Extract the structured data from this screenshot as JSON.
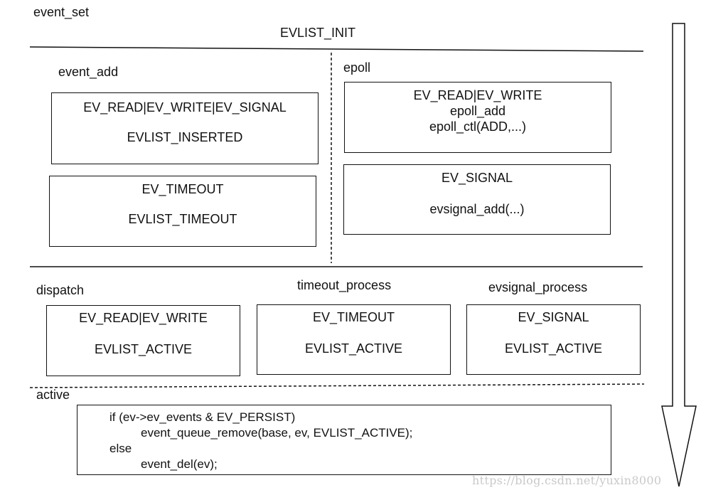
{
  "labels": {
    "event_set": "event_set",
    "evlist_init": "EVLIST_INIT",
    "event_add": "event_add",
    "epoll": "epoll",
    "dispatch": "dispatch",
    "timeout_process": "timeout_process",
    "evsignal_process": "evsignal_process",
    "active": "active"
  },
  "event_add_boxes": [
    {
      "lines": [
        "EV_READ|EV_WRITE|EV_SIGNAL",
        "EVLIST_INSERTED"
      ]
    },
    {
      "lines": [
        "EV_TIMEOUT",
        "EVLIST_TIMEOUT"
      ]
    }
  ],
  "epoll_boxes": [
    {
      "lines": [
        "EV_READ|EV_WRITE",
        "epoll_add",
        "epoll_ctl(ADD,...)"
      ]
    },
    {
      "lines": [
        "EV_SIGNAL",
        "evsignal_add(...)"
      ]
    }
  ],
  "dispatch_boxes": [
    {
      "lines": [
        "EV_READ|EV_WRITE",
        "EVLIST_ACTIVE"
      ]
    },
    {
      "lines": [
        "EV_TIMEOUT",
        "EVLIST_ACTIVE"
      ]
    },
    {
      "lines": [
        "EV_SIGNAL",
        "EVLIST_ACTIVE"
      ]
    }
  ],
  "active_code": [
    "if (ev->ev_events & EV_PERSIST)",
    "event_queue_remove(base, ev, EVLIST_ACTIVE);",
    "else",
    "event_del(ev);"
  ],
  "watermark": "https://blog.csdn.net/yuxin8000"
}
